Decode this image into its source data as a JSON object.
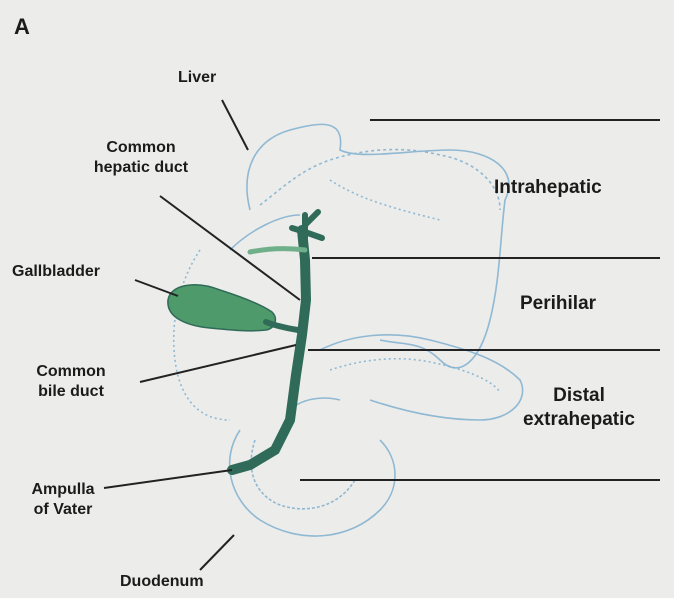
{
  "panel_label": "A",
  "labels": {
    "liver": "Liver",
    "common_hepatic_duct": [
      "Common",
      "hepatic duct"
    ],
    "gallbladder": "Gallbladder",
    "common_bile_duct": [
      "Common",
      "bile duct"
    ],
    "ampulla": [
      "Ampulla",
      "of Vater"
    ],
    "duodenum": "Duodenum"
  },
  "regions": {
    "intrahepatic": "Intrahepatic",
    "perihilar": "Perihilar",
    "distal": [
      "Distal",
      "extrahepatic"
    ]
  },
  "colors": {
    "background": "#ececea",
    "outline": "#7fb0d0",
    "duct": "#2f6b58",
    "gallbladder": "#4f9a6a",
    "ink": "#1b1b1b"
  }
}
